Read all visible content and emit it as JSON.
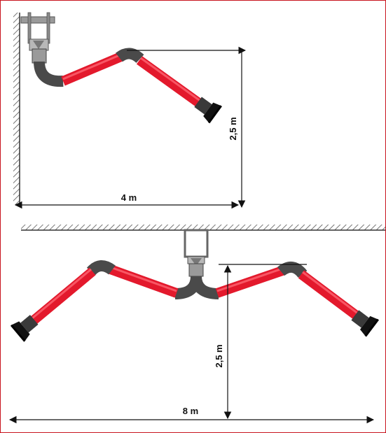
{
  "top_diagram": {
    "reach_label": "4 m",
    "height_label": "2,5 m"
  },
  "bottom_diagram": {
    "reach_label": "8 m",
    "height_label": "2,5 m"
  },
  "colors": {
    "border": "#c8141e",
    "arm_red": "#e3192c",
    "arm_red_highlight": "#ff6b77",
    "joint_gray": "#4a4a4a",
    "bracket_gray": "#8a8a8a",
    "dimension_line": "#111111"
  }
}
